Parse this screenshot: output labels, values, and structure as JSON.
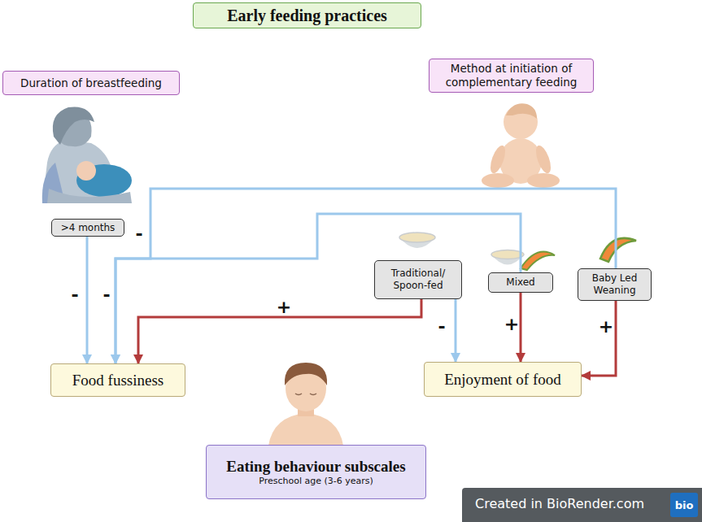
{
  "diagram": {
    "title": "Early feeding practices",
    "nodes": [
      {
        "text": [
          "Duration of breastfeeding"
        ]
      },
      {
        "text": [
          "Method at initiation of complementary feeding"
        ]
      },
      {
        "text": [
          ">4 months"
        ]
      },
      {
        "text": [
          "Traditional/ Spoon-fed"
        ]
      },
      {
        "text": [
          "Mixed"
        ]
      },
      {
        "text": [
          "Baby Led Weaning"
        ]
      },
      {
        "text": [
          "Food fussiness"
        ]
      },
      {
        "text": [
          "Enjoyment of food"
        ]
      },
      {
        "text": [
          "Eating behaviour subscales",
          "Preschool age (3-6 years)"
        ]
      }
    ],
    "edges": [
      {
        "from": 2,
        "to": 6,
        "arrow": "to",
        "label": "-"
      },
      {
        "from": 4,
        "to": 6,
        "arrow": "to",
        "label": "-"
      },
      {
        "from": 5,
        "to": 6,
        "arrow": "to",
        "label": "-"
      },
      {
        "from": 3,
        "to": 6,
        "arrow": "to",
        "label": "+"
      },
      {
        "from": 3,
        "to": 7,
        "arrow": "to",
        "label": "-"
      },
      {
        "from": 4,
        "to": 7,
        "arrow": "to",
        "label": "+"
      },
      {
        "from": 5,
        "to": 7,
        "arrow": "to",
        "label": "+"
      }
    ],
    "labels": [
      "Created in BioRender.com",
      "bio"
    ]
  }
}
